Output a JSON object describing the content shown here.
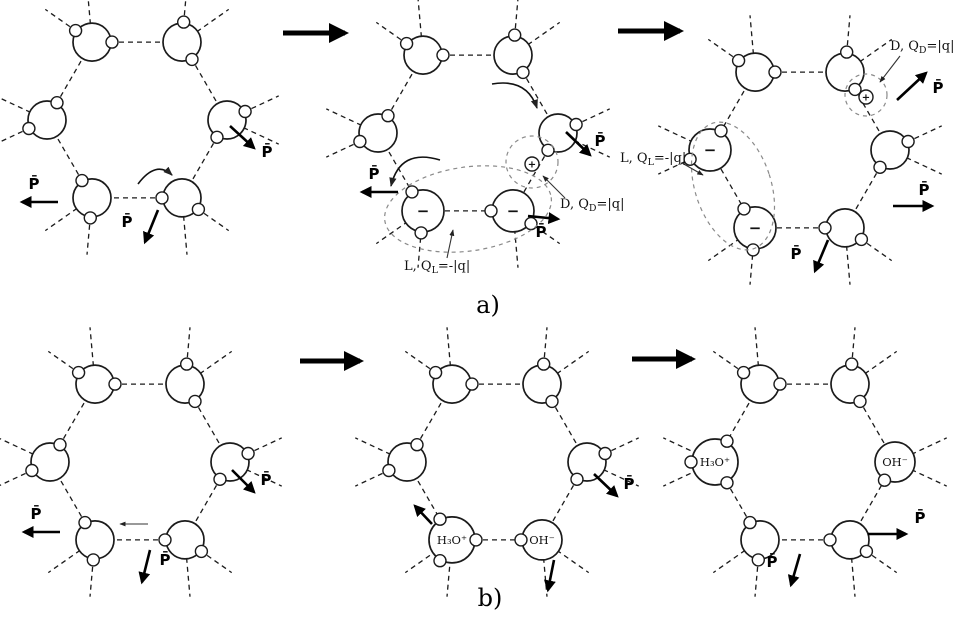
{
  "figure": {
    "rows": [
      {
        "label": "a)",
        "panels": [
          {
            "id": "a1",
            "defects": []
          },
          {
            "id": "a2",
            "defects": [
              "L",
              "D"
            ]
          },
          {
            "id": "a3",
            "defects": [
              "L",
              "D"
            ]
          }
        ]
      },
      {
        "label": "b)",
        "panels": [
          {
            "id": "b1",
            "defects": []
          },
          {
            "id": "b2",
            "defects": [
              "H3O+",
              "OH-"
            ]
          },
          {
            "id": "b3",
            "defects": [
              "H3O+",
              "OH-"
            ]
          }
        ]
      }
    ],
    "labels": {
      "p_vector": "P̄",
      "minus": "−",
      "plus": "+",
      "d_defect_pre": "D, Q",
      "d_defect_sub": "D",
      "d_defect_post": "=|q|",
      "l_defect_pre": "L, Q",
      "l_defect_sub": "L",
      "l_defect_post": "=-|q|",
      "hydronium": "H₃O⁺",
      "hydroxide": "OH⁻"
    }
  }
}
